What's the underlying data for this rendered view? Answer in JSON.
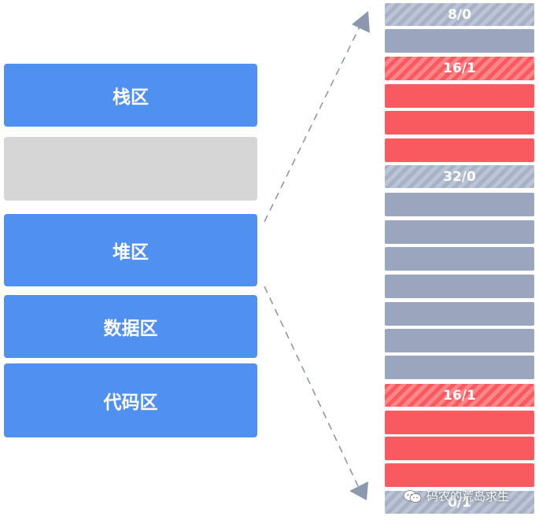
{
  "memory_layout": {
    "segments": [
      {
        "id": "stack",
        "label": "栈区",
        "kind": "blue"
      },
      {
        "id": "gap",
        "label": "",
        "kind": "gray"
      },
      {
        "id": "heap",
        "label": "堆区",
        "kind": "blue"
      },
      {
        "id": "data",
        "label": "数据区",
        "kind": "blue"
      },
      {
        "id": "code",
        "label": "代码区",
        "kind": "blue"
      }
    ]
  },
  "heap_blocks": [
    {
      "label": "8/0",
      "kind": "hdr-free"
    },
    {
      "label": "",
      "kind": "free"
    },
    {
      "label": "16/1",
      "kind": "hdr-used"
    },
    {
      "label": "",
      "kind": "used"
    },
    {
      "label": "",
      "kind": "used"
    },
    {
      "label": "",
      "kind": "used"
    },
    {
      "label": "32/0",
      "kind": "hdr-free"
    },
    {
      "label": "",
      "kind": "free"
    },
    {
      "label": "",
      "kind": "free"
    },
    {
      "label": "",
      "kind": "free"
    },
    {
      "label": "",
      "kind": "free"
    },
    {
      "label": "",
      "kind": "free"
    },
    {
      "label": "",
      "kind": "free"
    },
    {
      "label": "",
      "kind": "free"
    },
    {
      "label": "16/1",
      "kind": "hdr-used"
    },
    {
      "label": "",
      "kind": "used"
    },
    {
      "label": "",
      "kind": "used"
    },
    {
      "label": "",
      "kind": "used"
    },
    {
      "label": "0/1",
      "kind": "hdr-free"
    }
  ],
  "colors": {
    "segment_blue": "#4f90f0",
    "segment_gray": "#d6d6d6",
    "block_free": "#99a6bd",
    "block_used": "#f85a60",
    "arrow": "#8c97b0"
  },
  "watermark": {
    "text": "码农的荒岛求生",
    "icon": "wechat-icon"
  }
}
